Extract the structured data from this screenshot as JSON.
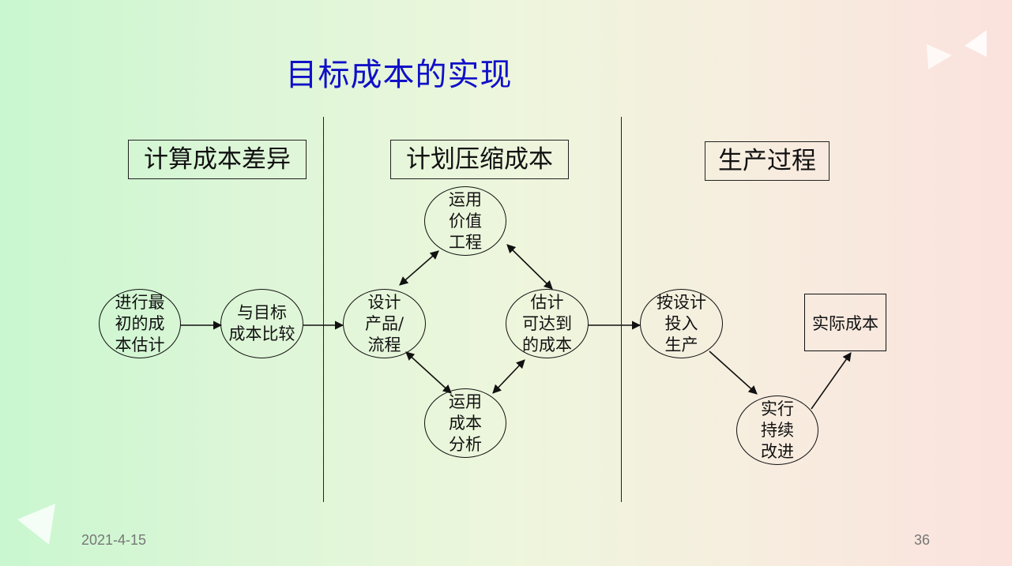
{
  "title": "目标成本的实现",
  "sections": {
    "calc": "计算成本差异",
    "plan": "计划压缩成本",
    "production": "生产过程"
  },
  "nodes": {
    "initial_estimate": "进行最\n初的成\n本估计",
    "compare_target": "与目标\n成本比较",
    "design": "设计\n产品/\n流程",
    "value_engineering": "运用\n价值\n工程",
    "cost_analysis": "运用\n成本\n分析",
    "achievable_cost": "估计\n可达到\n的成本",
    "produce": "按设计\n投入\n生产",
    "continuous_improvement": "实行\n持续\n改进",
    "actual_cost": "实际成本"
  },
  "footer": {
    "date": "2021-4-15",
    "page": "36"
  },
  "colors": {
    "title": "#1010c8",
    "lines": "#111111"
  }
}
